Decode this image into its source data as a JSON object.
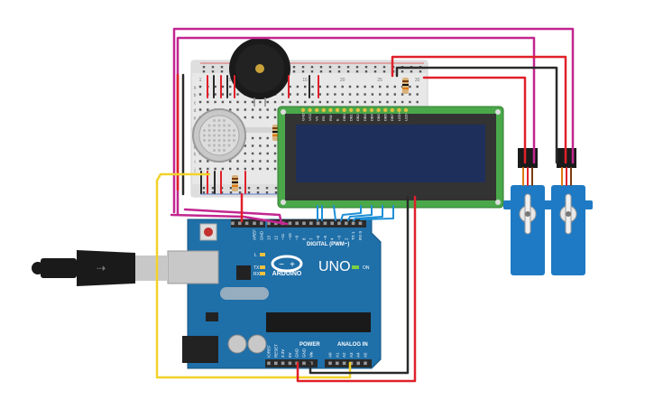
{
  "arduino": {
    "brand": "UNO",
    "logo_text": "ARDUINO",
    "digital_label": "DIGITAL (PWM~)",
    "power_label": "POWER",
    "analog_label": "ANALOG IN",
    "on_label": "ON",
    "l_label": "L",
    "tx_label": "TX",
    "rx_label": "RX",
    "aref_label": "AREF",
    "gnd_label": "GND",
    "digital_pins": [
      "13",
      "12",
      "~11",
      "~10",
      "~9",
      "8",
      "7",
      "~6",
      "~5",
      "4",
      "~3",
      "2",
      "TX 1",
      "RX 0"
    ],
    "power_pins": [
      "IOREF",
      "RESET",
      "3.3V",
      "5V",
      "GND",
      "GND",
      "Vin"
    ],
    "analog_pins": [
      "A0",
      "A1",
      "A2",
      "A3",
      "A4",
      "A5"
    ]
  },
  "lcd": {
    "pin_labels": [
      "GND",
      "VCC",
      "V0",
      "RS",
      "RW",
      "E",
      "DB0",
      "DB1",
      "DB2",
      "DB3",
      "DB4",
      "DB5",
      "DB6",
      "DB7",
      "LED+",
      "LED-"
    ]
  },
  "breadboard": {
    "column_numbers": [
      "1",
      "5",
      "10",
      "15",
      "20",
      "25",
      "30"
    ],
    "row_letters": [
      "a",
      "b",
      "c",
      "d",
      "e",
      "f",
      "g",
      "h",
      "i",
      "j"
    ]
  },
  "colors": {
    "wire_red": "#e0202a",
    "wire_black": "#2a2a2a",
    "wire_magenta": "#c2278f",
    "wire_yellow": "#f2d22a",
    "wire_blue": "#1e8fd6",
    "arduino_board": "#1f6fa8",
    "lcd_pcb": "#4aa84a",
    "lcd_screen": "#1f2f5c",
    "servo_body": "#1e7ac4"
  }
}
